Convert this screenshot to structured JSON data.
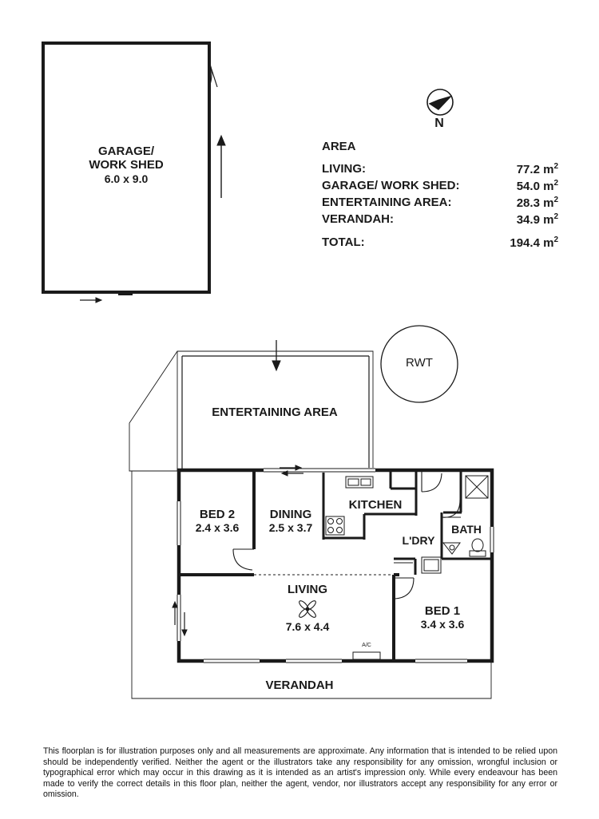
{
  "compass": {
    "icon": "north-arrow-icon",
    "label": "N"
  },
  "area_table": {
    "title": "AREA",
    "rows": [
      {
        "name": "LIVING:",
        "value": "77.2",
        "unit": "m",
        "power": "2"
      },
      {
        "name": "GARAGE/ WORK SHED:",
        "value": "54.0",
        "unit": "m",
        "power": "2"
      },
      {
        "name": "ENTERTAINING AREA:",
        "value": "28.3",
        "unit": "m",
        "power": "2"
      },
      {
        "name": "VERANDAH:",
        "value": "34.9",
        "unit": "m",
        "power": "2"
      }
    ],
    "total": {
      "name": "TOTAL:",
      "value": "194.4",
      "unit": "m",
      "power": "2"
    }
  },
  "rooms": {
    "garage": {
      "name_line1": "GARAGE/",
      "name_line2": "WORK SHED",
      "dims": "6.0 x 9.0"
    },
    "entertaining": {
      "name": "ENTERTAINING AREA"
    },
    "rwt": {
      "name": "RWT"
    },
    "bed2": {
      "name": "BED 2",
      "dims": "2.4 x 3.6"
    },
    "dining": {
      "name": "DINING",
      "dims": "2.5 x 3.7"
    },
    "kitchen": {
      "name": "KITCHEN"
    },
    "laundry": {
      "name": "L'DRY"
    },
    "bath": {
      "name": "BATH"
    },
    "living": {
      "name": "LIVING",
      "dims": "7.6 x 4.4",
      "fan_icon": "ceiling-fan-icon"
    },
    "bed1": {
      "name": "BED 1",
      "dims": "3.4 x 3.6"
    },
    "ac": {
      "label": "A/C"
    },
    "verandah": {
      "name": "VERANDAH"
    }
  },
  "disclaimer": "This floorplan is for illustration purposes only and all measurements are approximate. Any information that is intended to be relied upon should be independently verified. Neither the agent or the illustrators take any responsibility for any omission, wrongful inclusion or typographical error which may occur in this drawing as it is intended as an artist's impression only. While every endeavour has been made to verify the correct details in this floor plan, neither the agent, vendor, nor illustrators accept any responsibility for any error or omission."
}
